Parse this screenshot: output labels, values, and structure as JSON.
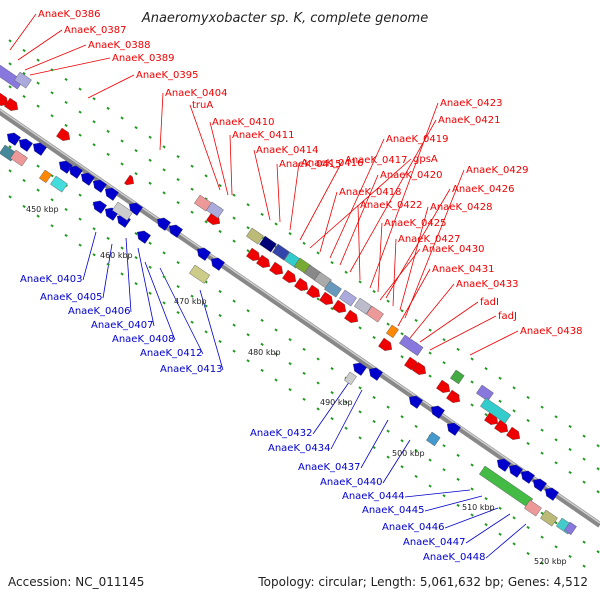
{
  "title": "Anaeromyxobacter sp. K, complete genome",
  "footer": {
    "accession": "Accession: NC_011145",
    "topology": "Topology: circular; Length: 5,061,632 bp; Genes: 4,512"
  },
  "colors": {
    "forward": "#ee0000",
    "reverse": "#0000cc",
    "backbone": "#888888",
    "ticks": "#229922"
  },
  "ticks": [
    "450 kbp",
    "460 kbp",
    "470 kbp",
    "480 kbp",
    "490 kbp",
    "500 kbp",
    "510 kbp",
    "520 kbp"
  ],
  "top_labels": [
    "AnaeK_0386",
    "AnaeK_0387",
    "AnaeK_0388",
    "AnaeK_0389",
    "AnaeK_0395",
    "AnaeK_0404",
    "truA",
    "AnaeK_0410",
    "AnaeK_0411",
    "AnaeK_0414",
    "AnaeK_0415",
    "AnaeK_0416",
    "AnaeK_0417",
    "gpsA",
    "AnaeK_0418",
    "AnaeK_0419",
    "AnaeK_0420",
    "AnaeK_0421",
    "AnaeK_0422",
    "AnaeK_0423",
    "AnaeK_0425",
    "AnaeK_0426",
    "AnaeK_0427",
    "AnaeK_0428",
    "AnaeK_0429",
    "AnaeK_0430",
    "AnaeK_0431",
    "AnaeK_0433",
    "fadI",
    "fadJ",
    "AnaeK_0438"
  ],
  "bottom_labels": [
    "AnaeK_0403",
    "AnaeK_0405",
    "AnaeK_0406",
    "AnaeK_0407",
    "AnaeK_0408",
    "AnaeK_0412",
    "AnaeK_0413",
    "AnaeK_0432",
    "AnaeK_0434",
    "AnaeK_0437",
    "AnaeK_0440",
    "AnaeK_0444",
    "AnaeK_0445",
    "AnaeK_0446",
    "AnaeK_0447",
    "AnaeK_0448"
  ]
}
